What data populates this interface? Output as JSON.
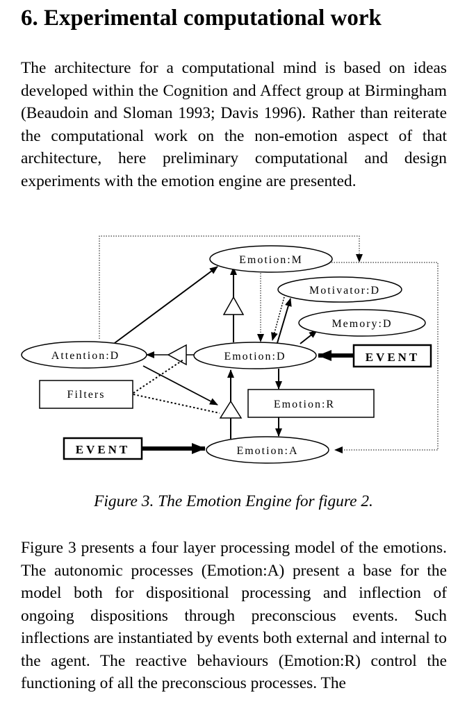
{
  "section": {
    "number": "6.",
    "title": "Experimental computational work"
  },
  "paragraphs": [
    "The architecture for a computational mind is based on ideas developed within the Cognition and Affect group at Birmingham (Beaudoin and Sloman 1993; Davis 1996). Rather than reiterate the computational work on the non-emotion aspect of that architecture, here preliminary computational and design experiments with the emotion engine are presented.",
    "Figure 3 presents a four layer processing model of the emotions. The autonomic processes (Emotion:A) present a base for the model both for dispositional processing and inflection of ongoing dispositions through preconscious events. Such inflections are instantiated by events both external and internal to the agent. The reactive behaviours (Emotion:R) control the functioning of all the preconscious processes. The"
  ],
  "figure": {
    "caption": "Figure 3. The Emotion Engine for figure 2.",
    "nodes": {
      "emotion_m": "Emotion:M",
      "motivator_d": "Motivator:D",
      "memory_d": "Memory:D",
      "attention_d": "Attention:D",
      "emotion_d": "Emotion:D",
      "filters": "Filters",
      "emotion_r": "Emotion:R",
      "emotion_a": "Emotion:A",
      "event_right": "EVENT",
      "event_left": "EVENT"
    }
  }
}
